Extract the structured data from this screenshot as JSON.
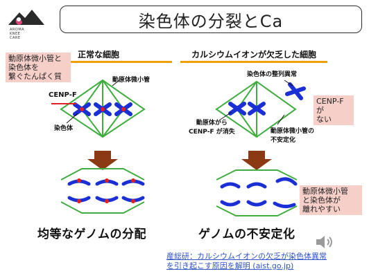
{
  "slide": {
    "title": "染色体の分裂とCa",
    "logo_text": [
      "AROMA",
      "KNEE",
      "CARE"
    ]
  },
  "left_panel": {
    "header": "正常な細胞",
    "note": [
      "動原体微小管と",
      "染色体を",
      "繋ぐたんぱく質"
    ],
    "label_microtubule": "動原体微小管",
    "label_cenpf": "CENP-F",
    "label_chromosome": "染色体",
    "caption": "均等なゲノムの分配"
  },
  "right_panel": {
    "header": "カルシウムイオンが欠乏した細胞",
    "label_misalign": "染色体の整列異常",
    "label_cenpf_lost": [
      "動原体から",
      "CENP-F が消失"
    ],
    "label_unstable": [
      "動原体微小管の",
      "不安定化"
    ],
    "caption": "ゲノムの不安定化",
    "note_cenpf": [
      "CENP-Fが",
      "ない"
    ],
    "note_detach": [
      "動原体微小管",
      "と染色体が",
      "離れやすい"
    ]
  },
  "source_link": {
    "line1": "産総研：カルシウムイオンの欠乏が染色体異常",
    "line2": "を引き起こす原因を解明 (aist.go.jp)"
  },
  "icons": {
    "speaker": "speaker-icon",
    "arrow": "down-arrow-icon"
  },
  "colors": {
    "chromosome": "#1a2fd6",
    "kinetochore": "#e02020",
    "spindle": "#3fae3f",
    "arrow": "#8b3a14",
    "accent_bar": "#f2a000",
    "note_bg": "#f6cfc9",
    "link": "#2f52c8"
  }
}
